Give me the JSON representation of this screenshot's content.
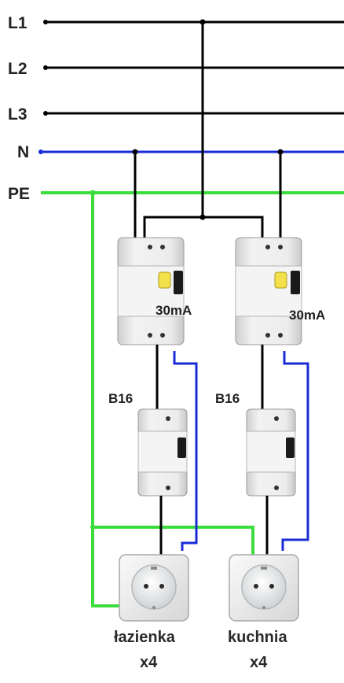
{
  "buses": [
    {
      "label": "L1",
      "color": "#000000"
    },
    {
      "label": "L2",
      "color": "#000000"
    },
    {
      "label": "L3",
      "color": "#000000"
    },
    {
      "label": "N",
      "color": "#1a2bd6"
    },
    {
      "label": "PE",
      "color": "#3ddc3d"
    }
  ],
  "devices": [
    {
      "rcd_rating": "30mA",
      "mcb_rating": "B16",
      "room": "łazienka",
      "count": "x4"
    },
    {
      "rcd_rating": "30mA",
      "mcb_rating": "B16",
      "room": "kuchnia",
      "count": "x4"
    }
  ],
  "colors": {
    "phase": "#000000",
    "neutral": "#1a2bd6",
    "protective_earth": "#3ddc3d",
    "device_body": "#e8e8e8",
    "toggle_yellow": "#f3e04a"
  }
}
